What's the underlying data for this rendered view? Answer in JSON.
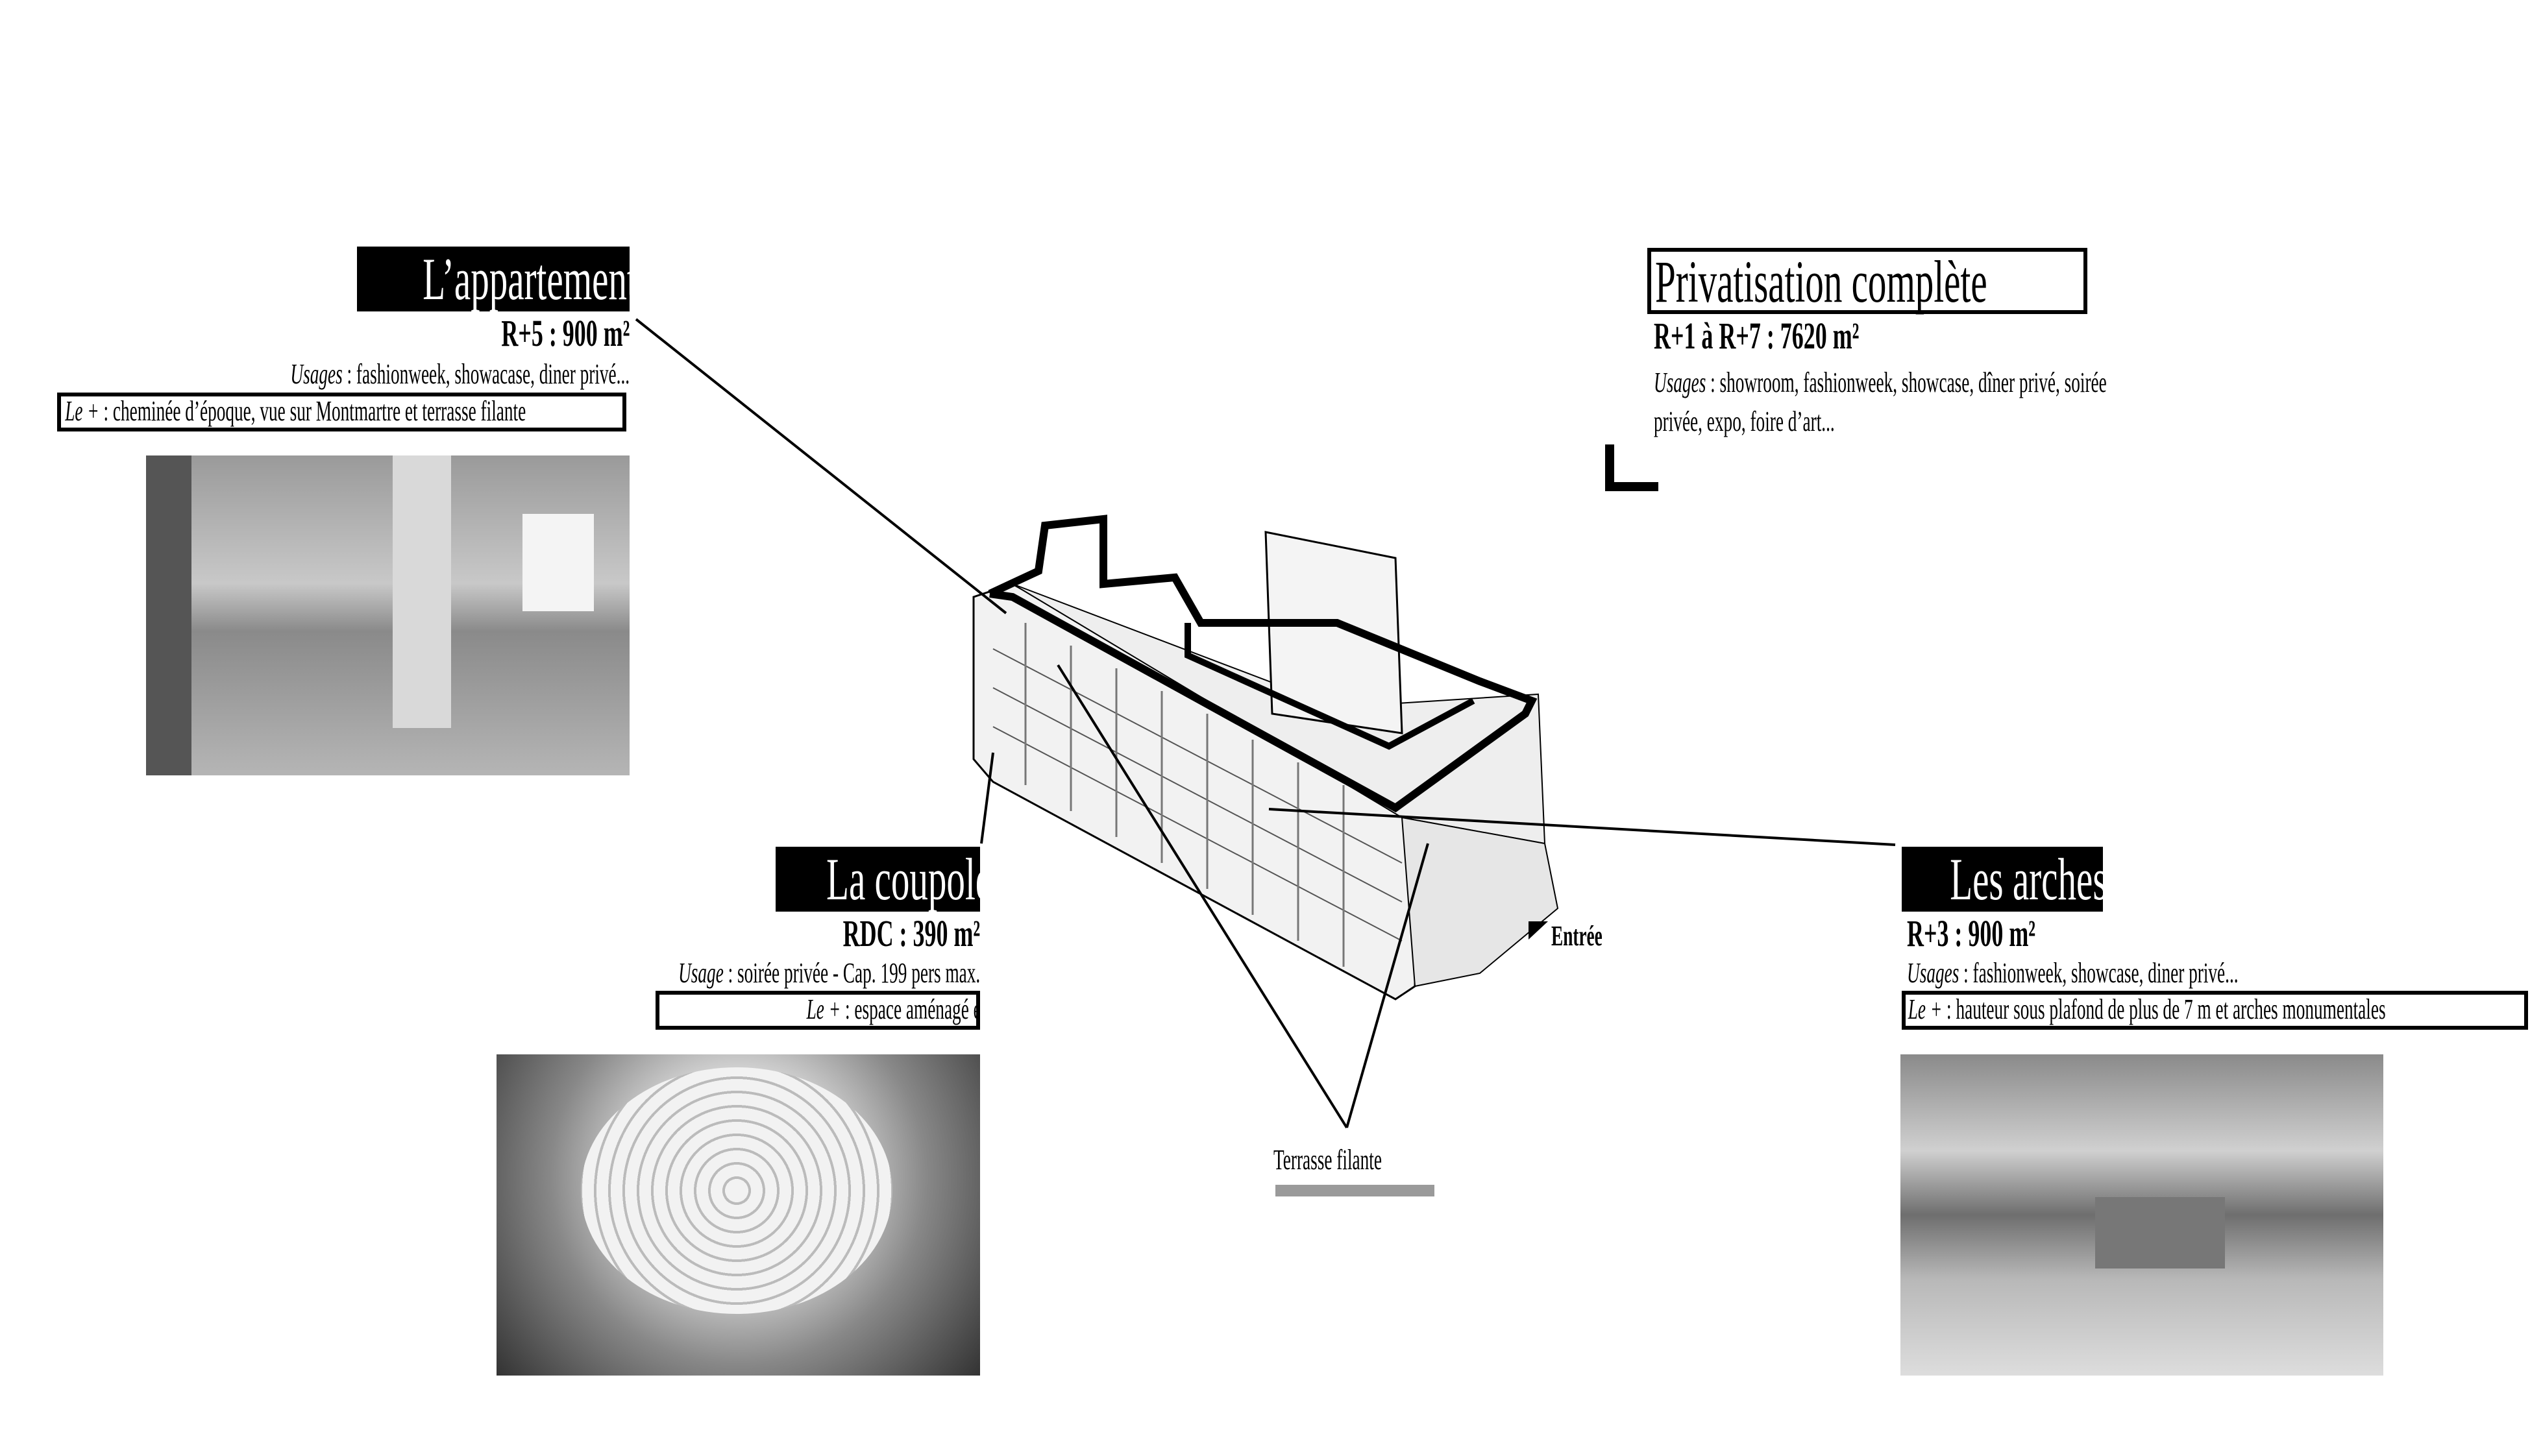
{
  "appartement": {
    "title": "L’appartement",
    "area": "R+5 : 900 m²",
    "usages_label": "Usages",
    "usages": " : fashionweek, showacase, diner privé...",
    "plus_label": "Le + ",
    "plus": ": cheminée d’époque, vue sur Montmartre et terrasse filante"
  },
  "privatisation": {
    "title": "Privatisation complète",
    "area": "R+1 à R+7 : 7620 m²",
    "usages_label": "Usages",
    "usages_line1": " : showroom, fashionweek, showcase, dîner privé, soirée",
    "usages_line2": "privée, expo, foire d’art..."
  },
  "coupole": {
    "title": "La coupole",
    "area": "RDC : 390 m²",
    "usages_label": "Usage",
    "usages": " : soirée privée - Cap. 199 pers max.",
    "plus_label": "Le + ",
    "plus": ": espace aménagé et chauffé"
  },
  "arches": {
    "title": "Les arches",
    "area": "R+3 : 900 m²",
    "usages_label": "Usages",
    "usages": " : fashionweek, showcase, diner privé...",
    "plus_label": "Le + ",
    "plus": ": hauteur sous plafond de plus de 7 m et arches monumentales"
  },
  "entree": "Entrée",
  "terrasse": "Terrasse filante",
  "colors": {
    "terrasse_bar": "#9a9a9a"
  }
}
